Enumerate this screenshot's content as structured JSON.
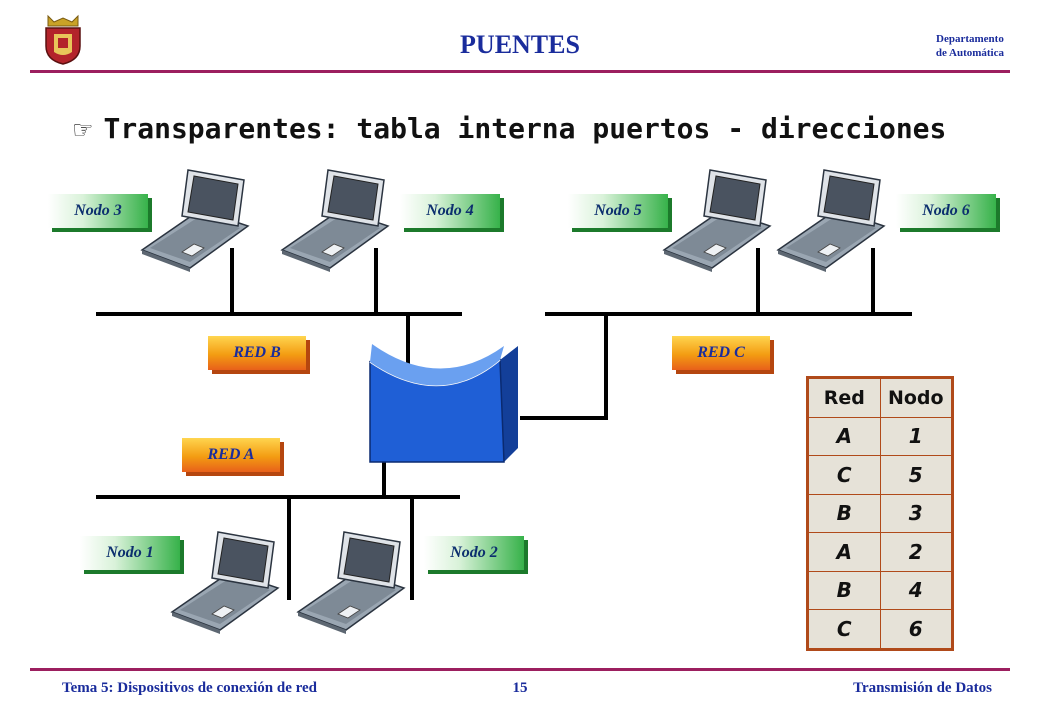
{
  "header": {
    "title": "PUENTES",
    "dept_line1": "Departamento",
    "dept_line2": "de Automática"
  },
  "bullet": "Transparentes: tabla interna puertos - direcciones",
  "nodes": {
    "n1": "Nodo 1",
    "n2": "Nodo 2",
    "n3": "Nodo 3",
    "n4": "Nodo 4",
    "n5": "Nodo 5",
    "n6": "Nodo 6"
  },
  "networks": {
    "a": "RED A",
    "b": "RED B",
    "c": "RED C"
  },
  "table": {
    "headers": [
      "Red",
      "Nodo"
    ],
    "rows": [
      [
        "A",
        "1"
      ],
      [
        "C",
        "5"
      ],
      [
        "B",
        "3"
      ],
      [
        "A",
        "2"
      ],
      [
        "B",
        "4"
      ],
      [
        "C",
        "6"
      ]
    ]
  },
  "footer": {
    "left": "Tema 5: Dispositivos de conexión de red",
    "center": "15",
    "right": "Transmisión de Datos"
  },
  "colors": {
    "title": "#1a2c9c",
    "rule": "#9c1f5f",
    "bridge": "#1f5fd6",
    "table_border": "#b04a1a"
  },
  "icons": {
    "bullet": "pointing-hand-icon",
    "logo": "university-crest-icon",
    "device": "laptop-icon",
    "bridge": "bridge-icon"
  }
}
